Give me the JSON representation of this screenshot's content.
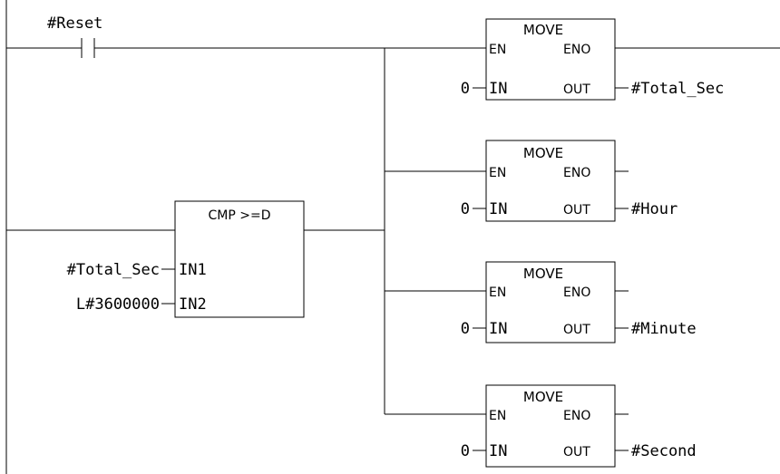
{
  "contact": {
    "label": "#Reset"
  },
  "compare": {
    "title": "CMP >=D",
    "in1_pin": "IN1",
    "in2_pin": "IN2",
    "in1_operand": "#Total_Sec",
    "in2_operand": "L#3600000"
  },
  "move_blocks": [
    {
      "title": "MOVE",
      "en": "EN",
      "eno": "ENO",
      "in_pin": "IN",
      "out_pin": "OUT",
      "in_value": "0",
      "out_operand": "#Total_Sec"
    },
    {
      "title": "MOVE",
      "en": "EN",
      "eno": "ENO",
      "in_pin": "IN",
      "out_pin": "OUT",
      "in_value": "0",
      "out_operand": "#Hour"
    },
    {
      "title": "MOVE",
      "en": "EN",
      "eno": "ENO",
      "in_pin": "IN",
      "out_pin": "OUT",
      "in_value": "0",
      "out_operand": "#Minute"
    },
    {
      "title": "MOVE",
      "en": "EN",
      "eno": "ENO",
      "in_pin": "IN",
      "out_pin": "OUT",
      "in_value": "0",
      "out_operand": "#Second"
    }
  ]
}
